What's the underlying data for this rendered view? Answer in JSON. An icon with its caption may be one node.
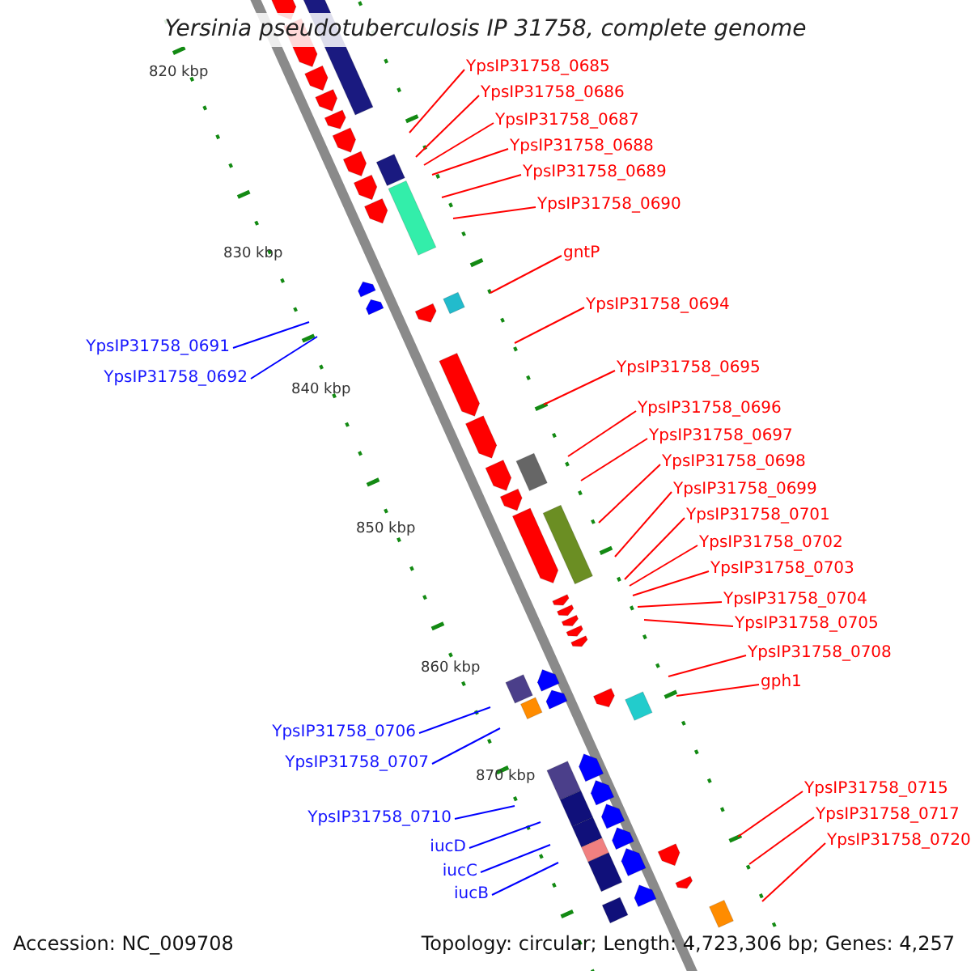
{
  "diagram": {
    "title": "Yersinia pseudotuberculosis IP 31758, complete genome",
    "nodes": [
      {
        "text": [
          "YpsIP31758_0685"
        ]
      },
      {
        "text": [
          "YpsIP31758_0686"
        ]
      },
      {
        "text": [
          "YpsIP31758_0687"
        ]
      },
      {
        "text": [
          "YpsIP31758_0688"
        ]
      },
      {
        "text": [
          "YpsIP31758_0689"
        ]
      },
      {
        "text": [
          "YpsIP31758_0690"
        ]
      },
      {
        "text": [
          "gntP"
        ]
      },
      {
        "text": [
          "YpsIP31758_0694"
        ]
      },
      {
        "text": [
          "YpsIP31758_0691"
        ]
      },
      {
        "text": [
          "YpsIP31758_0695"
        ]
      },
      {
        "text": [
          "YpsIP31758_0692"
        ]
      },
      {
        "text": [
          "YpsIP31758_0696"
        ]
      },
      {
        "text": [
          "YpsIP31758_0697"
        ]
      },
      {
        "text": [
          "YpsIP31758_0698"
        ]
      },
      {
        "text": [
          "YpsIP31758_0699"
        ]
      },
      {
        "text": [
          "YpsIP31758_0701"
        ]
      },
      {
        "text": [
          "YpsIP31758_0702"
        ]
      },
      {
        "text": [
          "YpsIP31758_0703"
        ]
      },
      {
        "text": [
          "YpsIP31758_0704"
        ]
      },
      {
        "text": [
          "YpsIP31758_0705"
        ]
      },
      {
        "text": [
          "YpsIP31758_0708"
        ]
      },
      {
        "text": [
          "gph1"
        ]
      },
      {
        "text": [
          "YpsIP31758_0706"
        ]
      },
      {
        "text": [
          "YpsIP31758_0707"
        ]
      },
      {
        "text": [
          "YpsIP31758_0715"
        ]
      },
      {
        "text": [
          "YpsIP31758_0717"
        ]
      },
      {
        "text": [
          "YpsIP31758_0710"
        ]
      },
      {
        "text": [
          "YpsIP31758_0720"
        ]
      },
      {
        "text": [
          "iucD"
        ]
      },
      {
        "text": [
          "iucC"
        ]
      },
      {
        "text": [
          "iucB"
        ]
      }
    ],
    "edges": [
      {
        "from": 0,
        "to": null,
        "arrow": "none"
      },
      {
        "from": 1,
        "to": null,
        "arrow": "none"
      },
      {
        "from": 2,
        "to": null,
        "arrow": "none"
      },
      {
        "from": 3,
        "to": null,
        "arrow": "none"
      },
      {
        "from": 4,
        "to": null,
        "arrow": "none"
      },
      {
        "from": 5,
        "to": null,
        "arrow": "none"
      },
      {
        "from": 6,
        "to": null,
        "arrow": "none"
      },
      {
        "from": 7,
        "to": null,
        "arrow": "none"
      },
      {
        "from": 8,
        "to": null,
        "arrow": "none",
        "color": "#0000ff"
      },
      {
        "from": 9,
        "to": null,
        "arrow": "none"
      },
      {
        "from": 10,
        "to": null,
        "arrow": "none",
        "color": "#0000ff"
      },
      {
        "from": 11,
        "to": null,
        "arrow": "none"
      },
      {
        "from": 12,
        "to": null,
        "arrow": "none"
      },
      {
        "from": 13,
        "to": null,
        "arrow": "none"
      },
      {
        "from": 14,
        "to": null,
        "arrow": "none"
      },
      {
        "from": 15,
        "to": null,
        "arrow": "none"
      },
      {
        "from": 16,
        "to": null,
        "arrow": "none"
      },
      {
        "from": 17,
        "to": null,
        "arrow": "none"
      },
      {
        "from": 18,
        "to": null,
        "arrow": "none"
      },
      {
        "from": 19,
        "to": null,
        "arrow": "none"
      },
      {
        "from": 20,
        "to": null,
        "arrow": "none"
      },
      {
        "from": 21,
        "to": null,
        "arrow": "none"
      },
      {
        "from": 22,
        "to": null,
        "arrow": "none",
        "color": "#0000ff"
      },
      {
        "from": 23,
        "to": null,
        "arrow": "none",
        "color": "#0000ff"
      },
      {
        "from": 24,
        "to": null,
        "arrow": "none"
      },
      {
        "from": 25,
        "to": null,
        "arrow": "none"
      },
      {
        "from": 26,
        "to": null,
        "arrow": "none",
        "color": "#0000ff"
      },
      {
        "from": 27,
        "to": null,
        "arrow": "none"
      },
      {
        "from": 28,
        "to": null,
        "arrow": "none",
        "color": "#0000ff"
      },
      {
        "from": 29,
        "to": null,
        "arrow": "none",
        "color": "#0000ff"
      },
      {
        "from": 30,
        "to": null,
        "arrow": "none",
        "color": "#0000ff"
      }
    ],
    "labels": [
      "820 kbp",
      "830 kbp",
      "840 kbp",
      "850 kbp",
      "860 kbp",
      "870 kbp",
      "Accession: NC_009708",
      "Topology: circular; Length: 4,723,306 bp; Genes: 4,257"
    ]
  }
}
